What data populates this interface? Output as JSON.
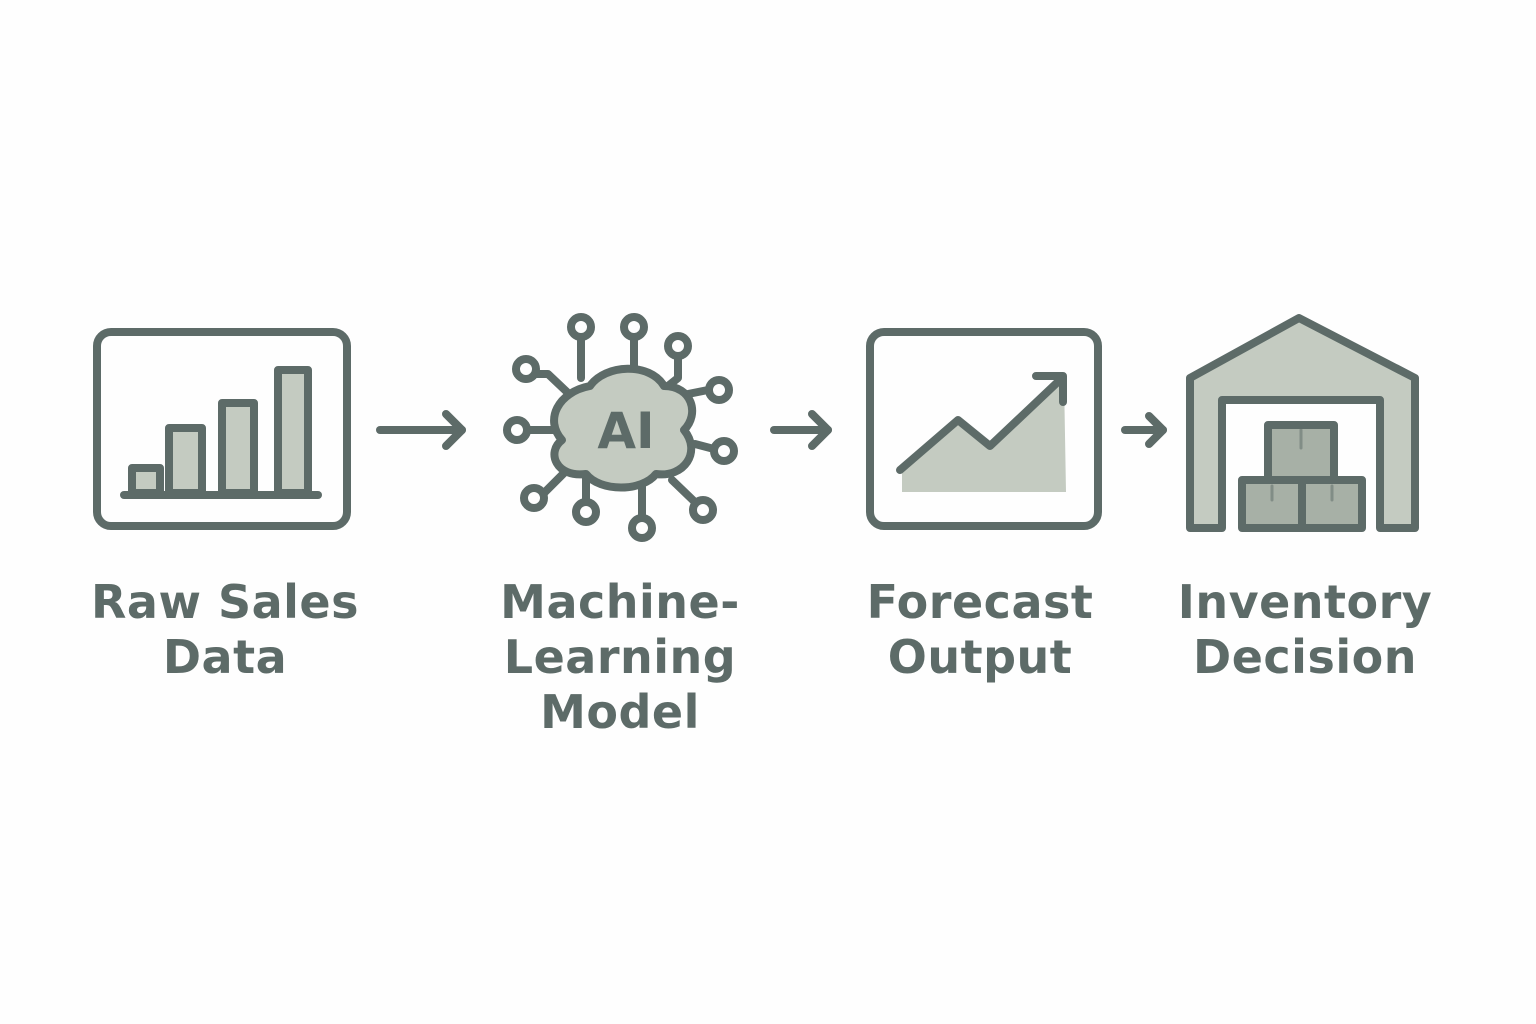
{
  "stages": [
    {
      "label": "Raw Sales\nData",
      "icon": "bar-chart-icon"
    },
    {
      "label": "Machine-\nLearning\nModel",
      "icon": "ai-network-icon",
      "icon_text": "AI"
    },
    {
      "label": "Forecast\nOutput",
      "icon": "trend-chart-icon"
    },
    {
      "label": "Inventory\nDecision",
      "icon": "warehouse-icon"
    }
  ],
  "connector_icon": "arrow-right-icon",
  "colors": {
    "stroke": "#5d6b68",
    "fill": "#c4cbc1",
    "fill_dark": "#a7b0a6",
    "background": "#fefefe"
  }
}
